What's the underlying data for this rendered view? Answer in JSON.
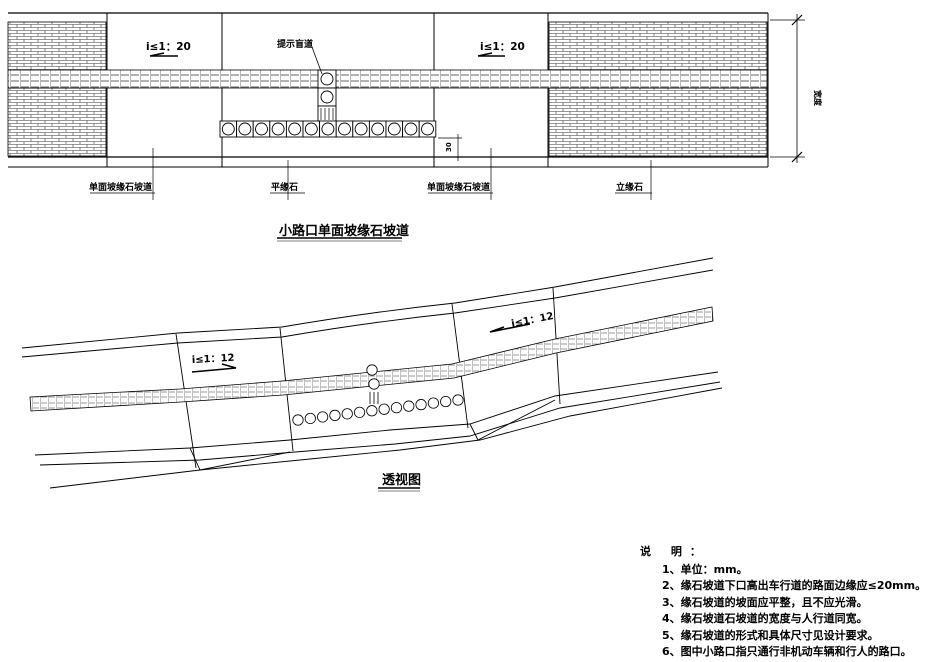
{
  "plan": {
    "title": "小路口单面坡缘石坡道",
    "slope_left": "i≤1：20",
    "slope_right": "i≤1：20",
    "tactile_label": "提示盲道",
    "width_label": "宽度",
    "small_dim_label": "30",
    "segment_labels": [
      "单面坡缘石坡道",
      "平缘石",
      "单面坡缘石坡道",
      "立缘石"
    ]
  },
  "perspective": {
    "title": "透视图",
    "slope_left": "i≤1：12",
    "slope_right": "i≤1：12"
  },
  "notes": {
    "heading": "说 明：",
    "items": [
      "1、单位：mm。",
      "2、缘石坡道下口高出车行道的路面边缘应≤20mm。",
      "3、缘石坡道的坡面应平整，且不应光滑。",
      "4、缘石坡道石坡道的宽度与人行道同宽。",
      "5、缘石坡道的形式和具体尺寸见设计要求。",
      "6、图中小路口指只通行非机动车辆和行人的路口。"
    ]
  }
}
